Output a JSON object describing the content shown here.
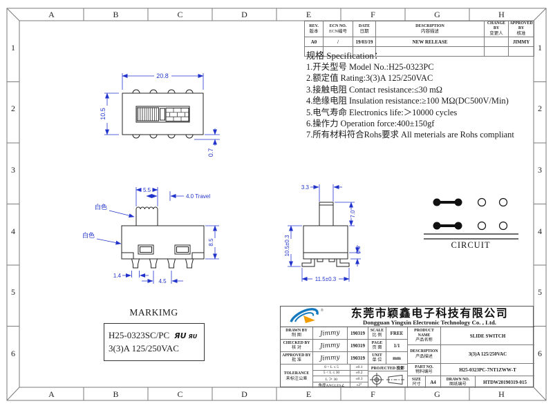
{
  "frame": {
    "cols": [
      "A",
      "B",
      "C",
      "D",
      "E",
      "F",
      "G",
      "H"
    ],
    "rows": [
      "1",
      "2",
      "3",
      "4",
      "5",
      "6"
    ]
  },
  "revision": {
    "headers": [
      {
        "en": "REV.",
        "zh": "版本"
      },
      {
        "en": "ECN NO.",
        "zh": "ECN编号"
      },
      {
        "en": "DATE",
        "zh": "日期"
      },
      {
        "en": "DESCRIPTION",
        "zh": "内容描述"
      },
      {
        "en": "CHANGE BY",
        "zh": "变更人"
      },
      {
        "en": "APPROVED BY",
        "zh": "核准"
      }
    ],
    "row1": [
      "A0",
      "/",
      "19/03/19",
      "NEW RELEASE",
      "",
      "JIMMY"
    ]
  },
  "specification": {
    "title": "规格 Specification：",
    "items": [
      "1.开关型号 Model No.:H25-0323PC",
      "2.额定值 Rating:3(3)A  125/250VAC",
      "3.接触电阻 Contact resistance:≤30 mΩ",
      "4.绝缘电阻 Insulation resistance:≥100 MΩ(DC500V/Min)",
      "5.电气寿命 Electronics life:＞10000 cycles",
      "6.操作力 Operation force:400±150gf",
      "7.所有材料符合Rohs要求 All meterials are Rohs compliant"
    ]
  },
  "drawings": {
    "top_view": {
      "dim_width": "20.8",
      "dim_height": "10.5",
      "dim_pin": "0.7"
    },
    "front_view": {
      "dim_knob": "5.5",
      "dim_travel": "4.0 Travel",
      "label_white_1": "白色",
      "label_white_2": "白色",
      "dim_height": "8.5",
      "dim_pin_width": "1.4",
      "dim_pitch": "4.5"
    },
    "side_view": {
      "dim_top": "3.3",
      "dim_knob_h": "7.0",
      "dim_body_h": "10.5±0.3",
      "dim_standoff": "0.5",
      "dim_width": "11.5±0.3"
    },
    "circuit": {
      "label": "CIRCUIT"
    }
  },
  "marking": {
    "title": "MARKIMG",
    "line1": "H25-0323SC/PC",
    "line2": "3(3)A  125/250VAC",
    "ul_mark_1": "ЯU",
    "ul_mark_2": "ЯU"
  },
  "title_block": {
    "company_zh": "东莞市颖鑫电子科技有限公司",
    "company_en": "Dongguan Yingxin Electronic Technology Co. , Ltd.",
    "drawn_by": {
      "en": "DRAWN BY",
      "zh": "制  图",
      "sign": "Jimmy",
      "date": "190319"
    },
    "checked_by": {
      "en": "CHECKED BY",
      "zh": "核  对",
      "sign": "Jimmy",
      "date": "190319"
    },
    "approved_by": {
      "en": "APPROVED BY",
      "zh": "批  准",
      "sign": "Jimmy",
      "date": "190319"
    },
    "scale": {
      "en": "SCALE",
      "zh": "比 例",
      "value": "FREE"
    },
    "page": {
      "en": "PAGE",
      "zh": "页 面",
      "value": "1/1"
    },
    "unit": {
      "en": "UNIT",
      "zh": "单 位",
      "value": "mm"
    },
    "tolerance": {
      "en": "TOLERANCE",
      "zh": "未标注公差",
      "rows": [
        [
          "0 < L ≤ 5",
          "±0.1"
        ],
        [
          "5 < L ≤ 30",
          "±0.2"
        ],
        [
          "L ＞ 30",
          "±0.3"
        ],
        [
          "角度ANGLES∠",
          "±2°"
        ]
      ]
    },
    "projected": {
      "en": "PROJECTED",
      "zh": "投影"
    },
    "product_name": {
      "en": "PRODUCT NAME",
      "zh": "产品名称",
      "value": "SLIDE SWITCH"
    },
    "description": {
      "en": "DESCRIPTION",
      "zh": "产品描述",
      "value": "3(3)A  125/250VAC"
    },
    "part_no": {
      "en": "PART NO.",
      "zh": "物料编号",
      "value": "H25-0323PC-7NT1ZWW-T"
    },
    "size": {
      "en": "SIZE",
      "zh": "尺寸",
      "value": "A4"
    },
    "drawn_no": {
      "en": "DRAWN NO.",
      "zh": "图纸编号",
      "value": "HTDW20190319-015"
    }
  },
  "colors": {
    "dimension": "#2233cc",
    "outline": "#222222",
    "frame": "#7a7a7a",
    "logo_blue": "#1478be",
    "logo_orange": "#f29c00"
  }
}
